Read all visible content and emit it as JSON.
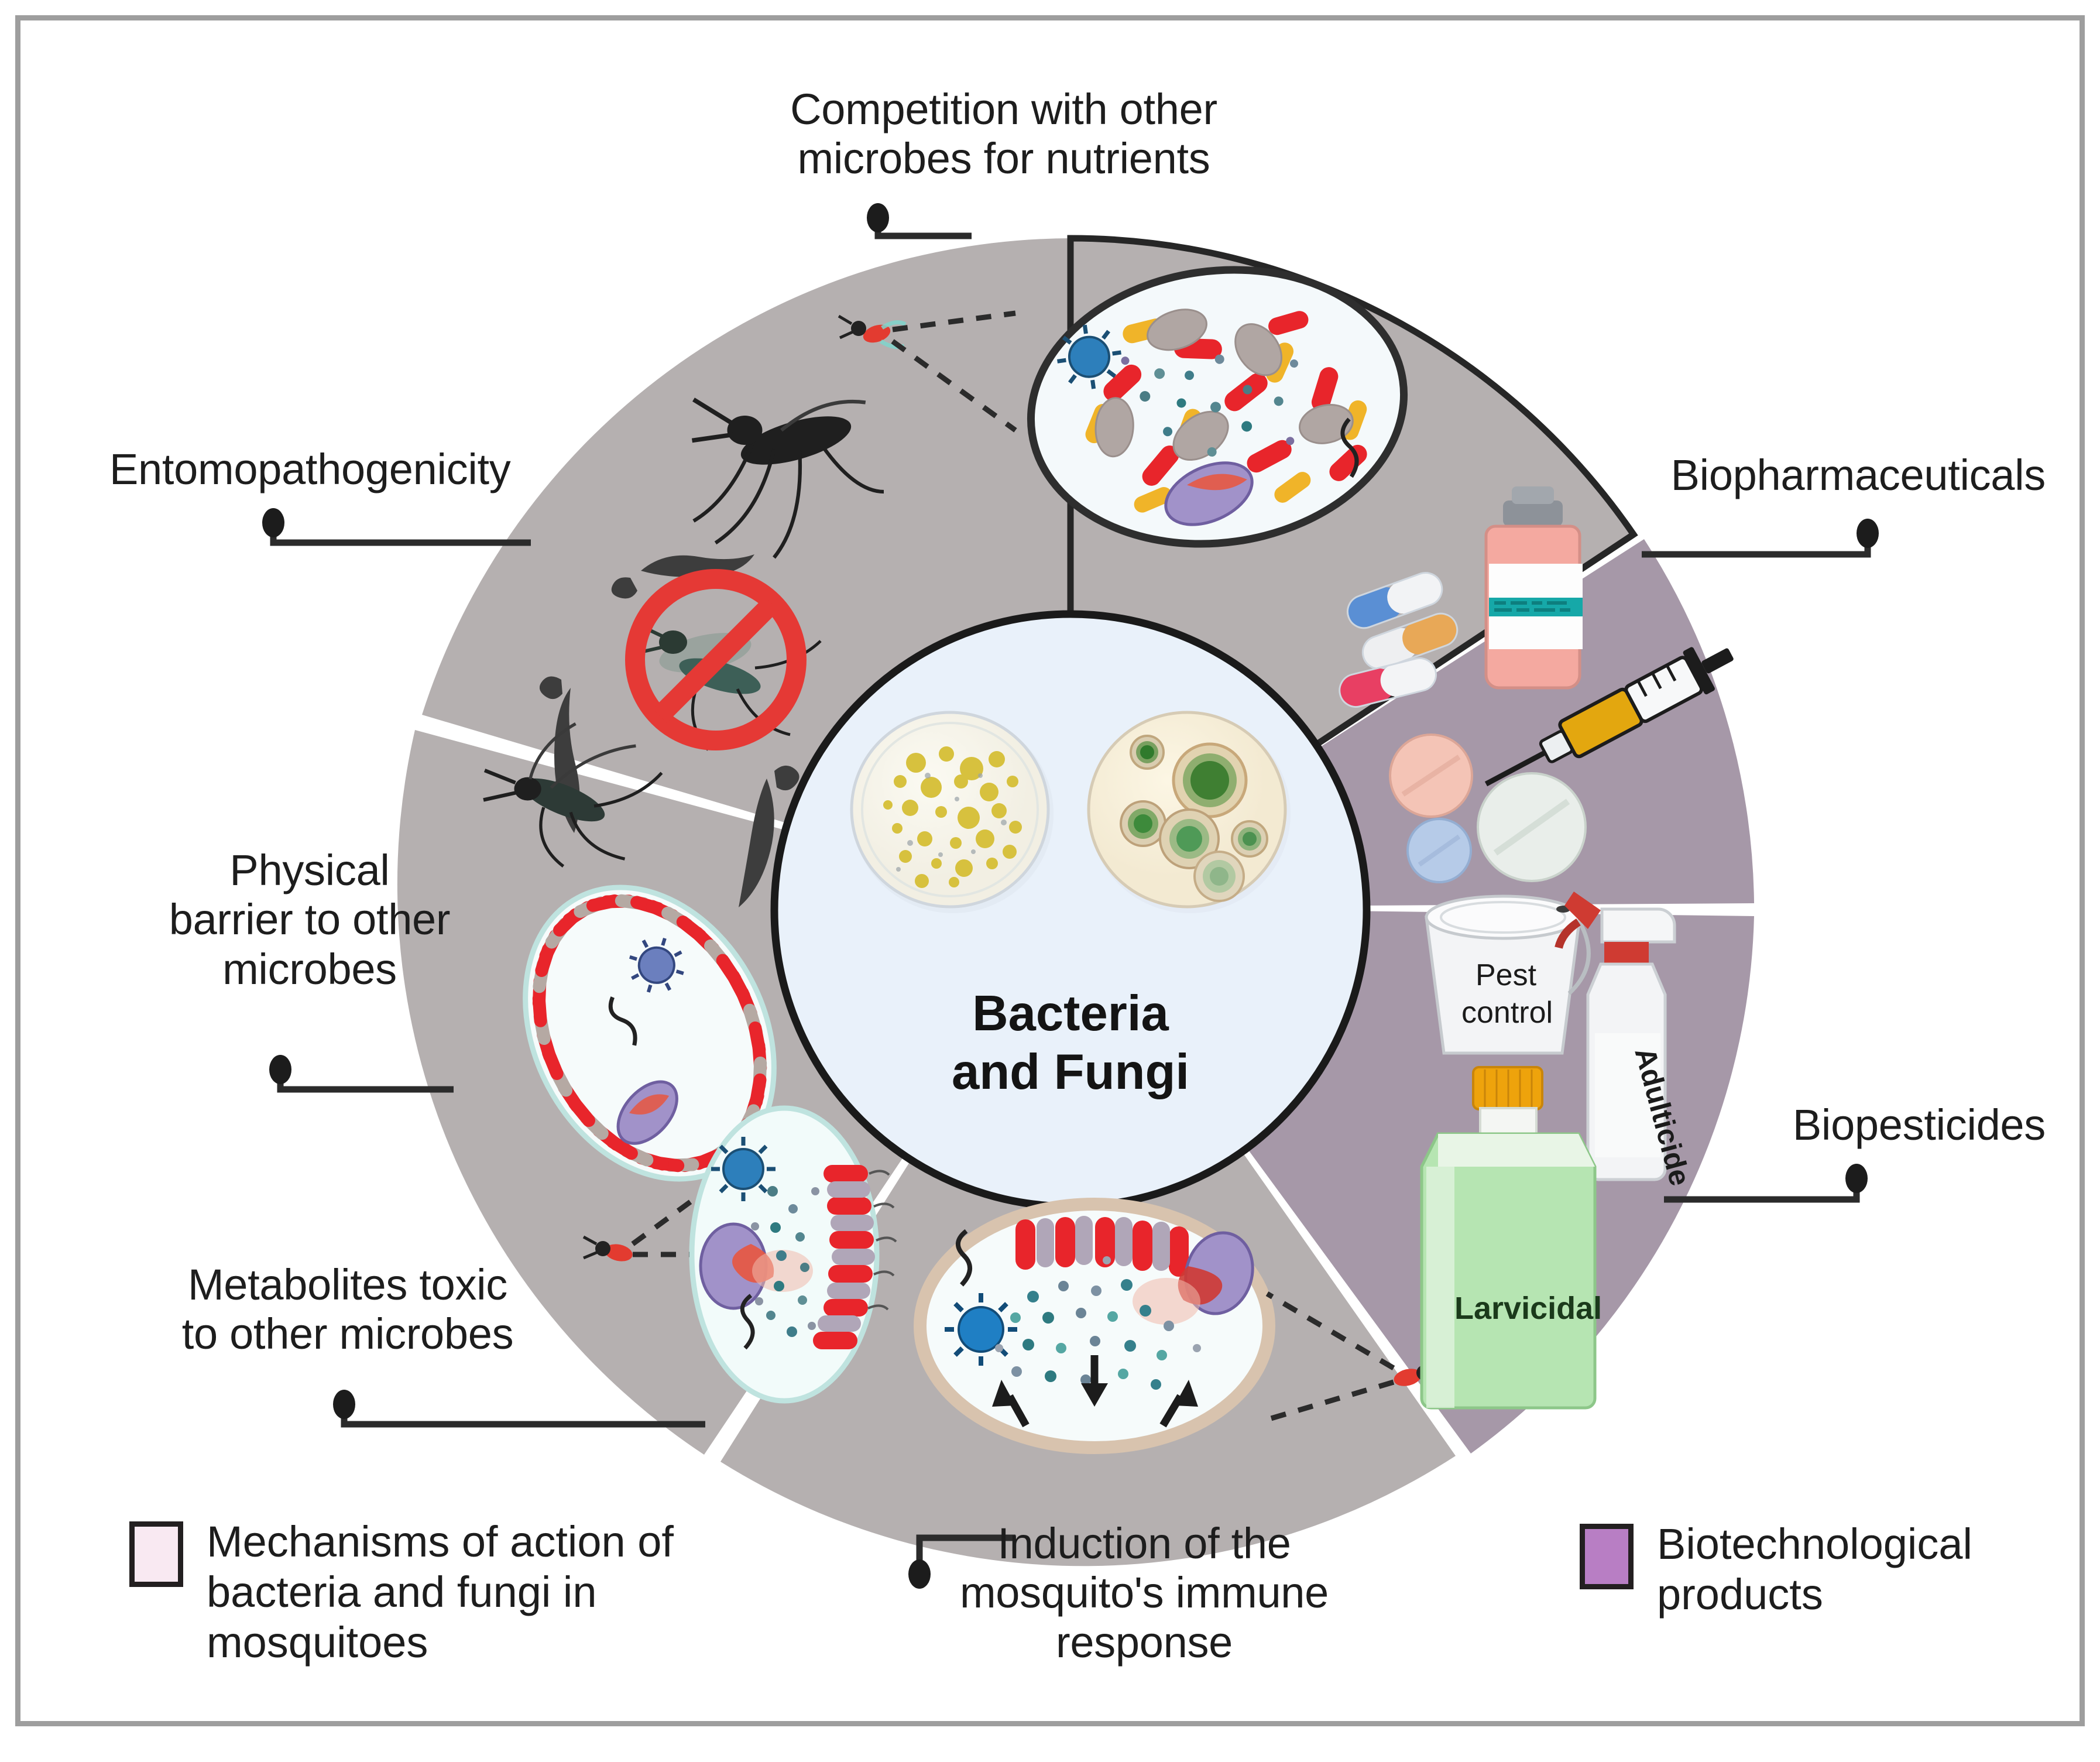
{
  "figure": {
    "center": {
      "title_line1": "Bacteria",
      "title_line2": "and Fungi",
      "bg_color": "#e9f1fa",
      "petri_left_name": "bacteria-petri-dish",
      "petri_right_name": "fungi-petri-dish"
    },
    "colors": {
      "segment_grey": "#b5b0b0",
      "segment_purple": "#a698a8",
      "legend_mechanisms": "#f9e9f2",
      "legend_biotech": "#b87ec4",
      "frame": "#9e9e9e",
      "leader": "#231f20",
      "prohibition_sign": "#e53935",
      "bacteria_red": "#e8252b",
      "bacteria_yellow": "#f2b72c",
      "virus_blue": "#2e7fba",
      "amoeba_purple": "#9b8ac4"
    },
    "callouts": [
      {
        "id": "competition",
        "label": "Competition with other\nmicrobes for nutrients",
        "group": "mechanisms"
      },
      {
        "id": "entomopathogenicity",
        "label": "Entomopathogenicity",
        "group": "mechanisms"
      },
      {
        "id": "physical-barrier",
        "label": "Physical\nbarrier to other\nmicrobes",
        "group": "mechanisms"
      },
      {
        "id": "metabolites-toxic",
        "label": "Metabolites toxic\nto other microbes",
        "group": "mechanisms"
      },
      {
        "id": "immune-response",
        "label": "Induction of the\nmosquito's immune\nresponse",
        "group": "mechanisms"
      },
      {
        "id": "biopharmaceuticals",
        "label": "Biopharmaceuticals",
        "group": "biotech"
      },
      {
        "id": "biopesticides",
        "label": "Biopesticides",
        "group": "biotech"
      }
    ],
    "biopesticide_products": [
      {
        "id": "pest-control-bucket",
        "label": "Pest\ncontrol"
      },
      {
        "id": "adulticide-spray-bottle",
        "label": "Adulticide"
      },
      {
        "id": "larvicidal-jug",
        "label": "Larvicidal"
      }
    ],
    "biopharmaceutical_items": [
      "capsule-blue",
      "capsule-orange",
      "capsule-pink",
      "vaccine-vial",
      "syringe",
      "tablet-pink",
      "tablet-white",
      "tablet-blue"
    ],
    "legend": [
      {
        "id": "legend-mechanisms",
        "swatch_color": "#f9e9f2",
        "text": "Mechanisms of action of\nbacteria and fungi in\nmosquitoes"
      },
      {
        "id": "legend-biotech",
        "swatch_color": "#b87ec4",
        "text": "Biotechnological\nproducts"
      }
    ]
  }
}
